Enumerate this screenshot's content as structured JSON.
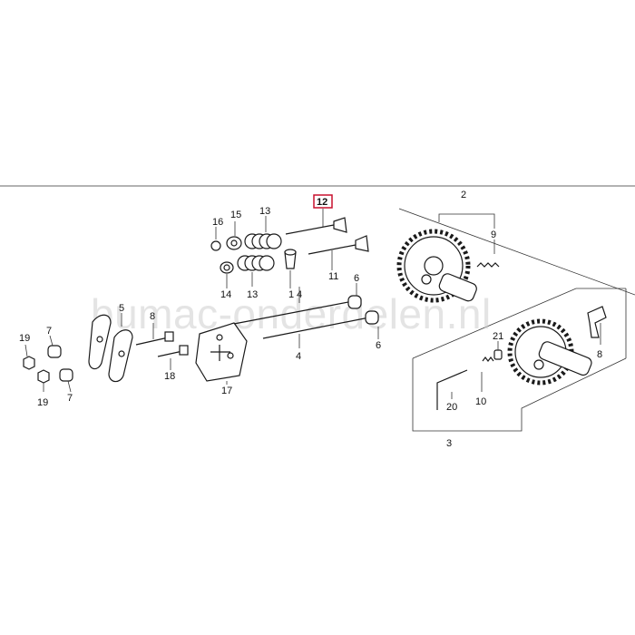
{
  "watermark": "bumac-onderdelen.nl",
  "highlight_color": "#c8102e",
  "callouts": {
    "c1": "1",
    "c2": "2",
    "c3": "3",
    "c4": "4",
    "c5": "5",
    "c6a": "6",
    "c6b": "6",
    "c7a": "7",
    "c7b": "7",
    "c8a": "8",
    "c8b": "8",
    "c9": "9",
    "c10": "10",
    "c11": "11",
    "c12": "12",
    "c13a": "13",
    "c13b": "13",
    "c14": "14",
    "c15": "15",
    "c16": "16",
    "c17": "17",
    "c18": "18",
    "c19a": "19",
    "c19b": "19",
    "c20": "20",
    "c21": "21"
  }
}
